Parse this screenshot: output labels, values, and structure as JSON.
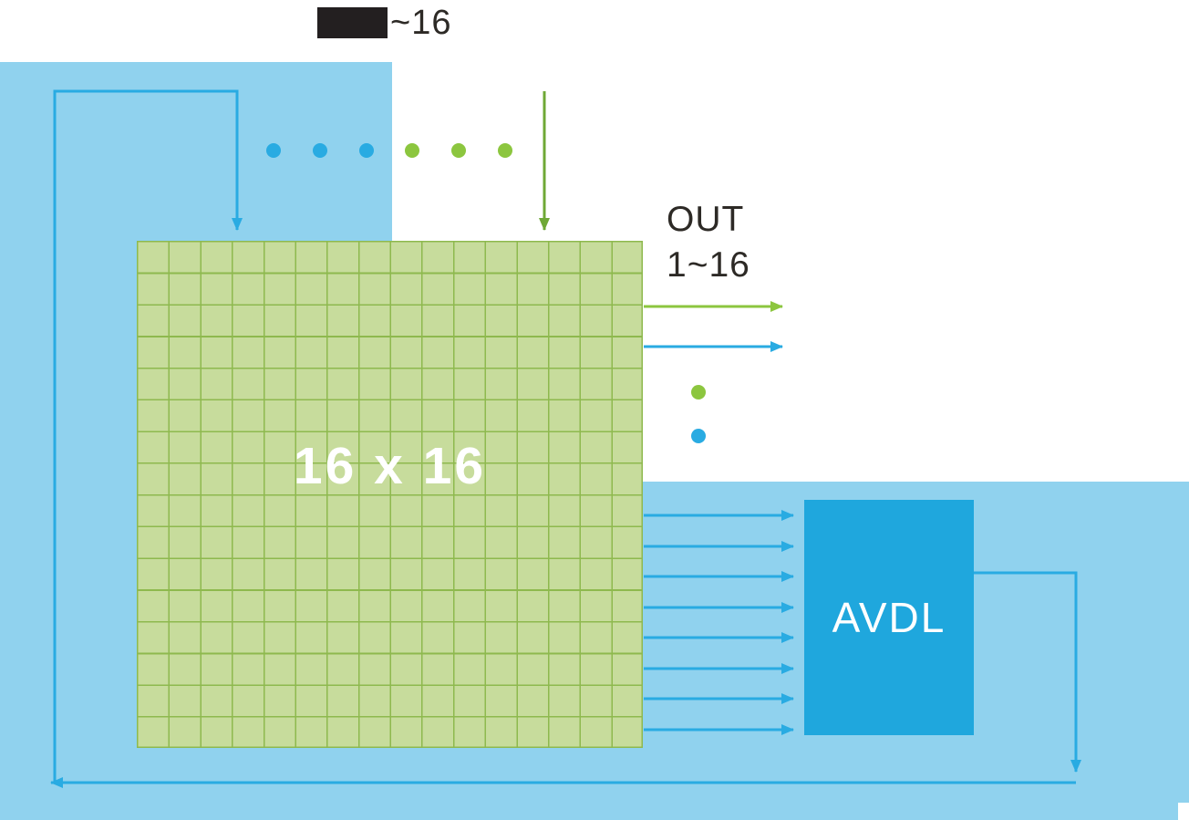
{
  "labels": {
    "input_range": "~16",
    "matrix": "16 x 16",
    "out_line1": "OUT",
    "out_line2": "1~16",
    "avdl": "AVDL"
  },
  "matrix": {
    "rows": 16,
    "cols": 16
  },
  "avdl_input_arrow_count": 8,
  "dots": {
    "input_row": [
      "blue",
      "blue",
      "blue",
      "green",
      "green",
      "green"
    ],
    "output_column": [
      "green",
      "blue"
    ]
  },
  "colors": {
    "panel_blue": "#90d2ee",
    "line_blue": "#29abe2",
    "avdl_blue": "#1fa7dd",
    "green": "#8cc63f",
    "dark_green": "#6fa836",
    "grid_fill": "#c7dc9c",
    "grid_line": "#8eb94e",
    "text_dark": "#2d2a26",
    "redacted_black": "#231f20"
  }
}
